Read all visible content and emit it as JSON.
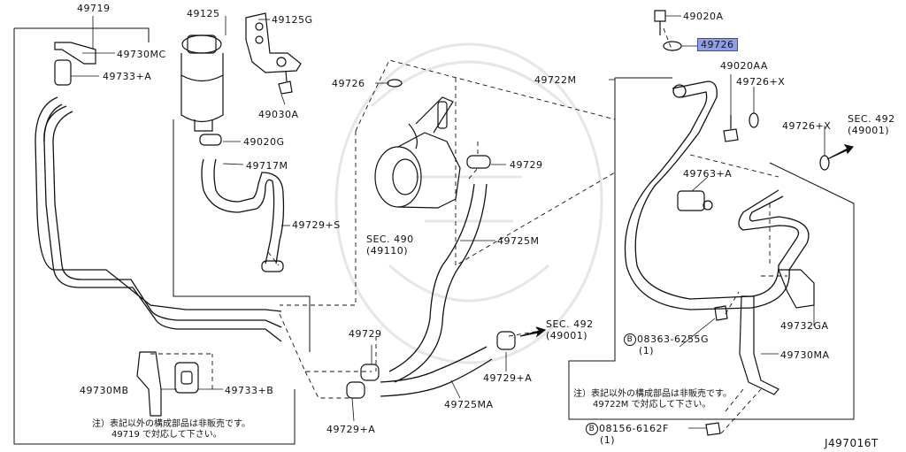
{
  "diagram_id": "J497016T",
  "labels": {
    "p49719": "49719",
    "p49730MC": "49730MC",
    "p49733A": "49733+A",
    "p49125": "49125",
    "p49125G": "49125G",
    "p49030A": "49030A",
    "p49020G": "49020G",
    "p49717M": "49717M",
    "p49729S": "49729+S",
    "p49726": "49726",
    "sec490": "SEC. 490",
    "sec490sub": "(49110)",
    "p49729": "49729",
    "p49725M": "49725M",
    "p49729b": "49729",
    "sec492a": "SEC. 492",
    "sec492asub": "(49001)",
    "p49729A": "49729+A",
    "p49725MA": "49725MA",
    "p49729Ab": "49729+A",
    "p49730MB": "49730MB",
    "p49733B": "49733+B",
    "p49020A": "49020A",
    "p49726hl": "49726",
    "p49020AA": "49020AA",
    "p49722M": "49722M",
    "p49726X": "49726+X",
    "p49726X2": "49726+X",
    "sec492b": "SEC. 492",
    "sec492bsub": "(49001)",
    "p49763A": "49763+A",
    "p08363": "08363-6255G",
    "p08363qty": "(1)",
    "p49732GA": "49732GA",
    "p49730MA": "49730MA",
    "p08156": "08156-6162F",
    "p08156qty": "(1)",
    "circle_b": "B"
  },
  "notes": {
    "left_line1": "注）表記以外の構成部品は非販売です。",
    "left_line2": "49719 で対応して下さい。",
    "right_line1": "注）表記以外の構成部品は非販売です。",
    "right_line2": "49722M で対応して下さい。"
  },
  "highlight_color": "#8f9ee6"
}
